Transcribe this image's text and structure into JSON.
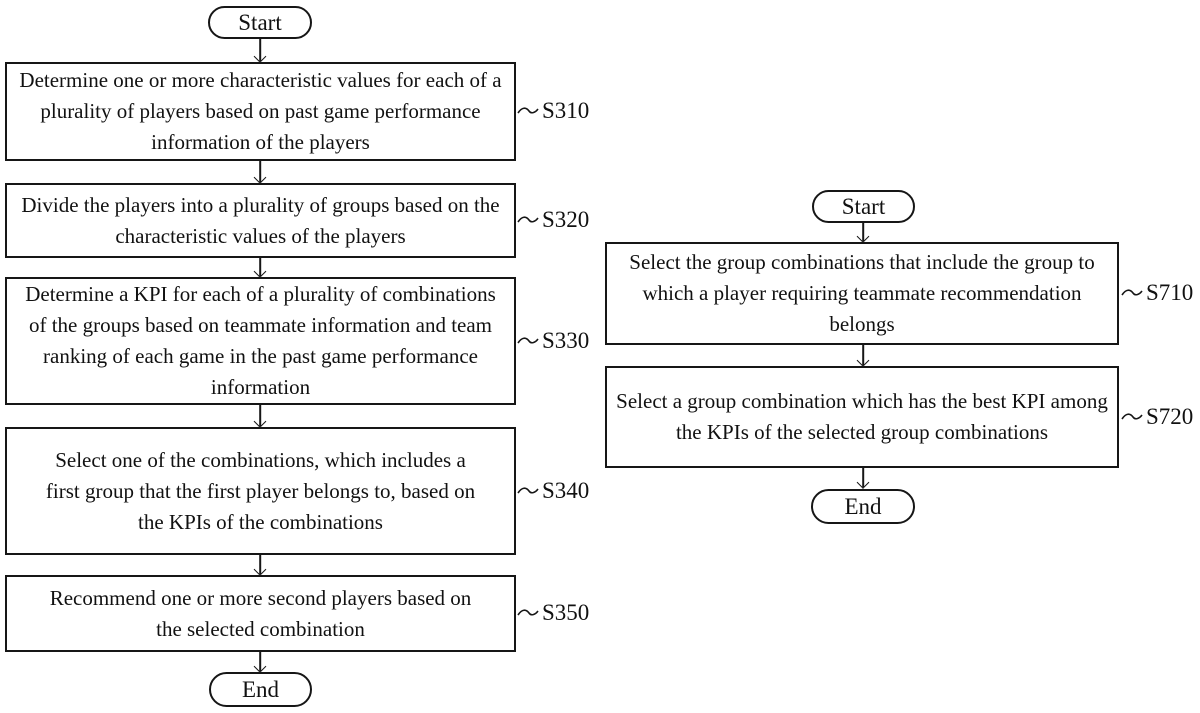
{
  "figure": {
    "colors": {
      "ink": "#161616",
      "background": "#ffffff"
    },
    "left_flow": {
      "start_label": "Start",
      "end_label": "End",
      "steps": [
        {
          "id": "S310",
          "text": "Determine one or more characteristic values for each of a plurality of players based on past game performance information of the players"
        },
        {
          "id": "S320",
          "text": "Divide the players into a plurality of groups based on the characteristic values of the players"
        },
        {
          "id": "S330",
          "text": "Determine a KPI for each of a plurality of combinations of the groups based on teammate information and team ranking of each game in the past game performance information"
        },
        {
          "id": "S340",
          "text": "Select one of the combinations, which includes a first group that the first player belongs to, based on the KPIs of the combinations"
        },
        {
          "id": "S350",
          "text": "Recommend one or more second players based on the selected combination"
        }
      ]
    },
    "right_flow": {
      "start_label": "Start",
      "end_label": "End",
      "steps": [
        {
          "id": "S710",
          "text": "Select the group combinations that include the group to which a player requiring teammate recommendation belongs"
        },
        {
          "id": "S720",
          "text": "Select a group combination which has the best KPI among the KPIs of the selected group combinations"
        }
      ]
    }
  }
}
